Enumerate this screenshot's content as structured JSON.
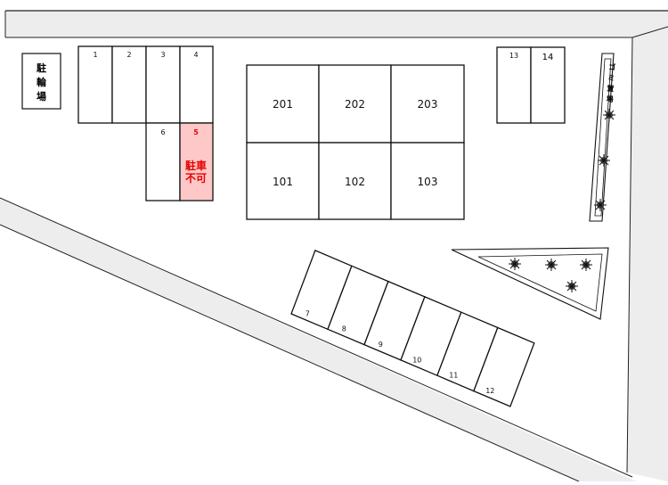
{
  "map": {
    "bicycle_parking": {
      "lines": [
        "駐",
        "輪",
        "場"
      ]
    },
    "garbage_area": {
      "lines": [
        "ゴ",
        "ミ",
        "置",
        "場"
      ]
    },
    "top_row_slots": [
      {
        "number": "1",
        "available": true
      },
      {
        "number": "2",
        "available": true
      },
      {
        "number": "3",
        "available": true
      },
      {
        "number": "4",
        "available": true
      }
    ],
    "lower_slots": [
      {
        "number": "6",
        "available": true
      },
      {
        "number": "5",
        "available": false,
        "note_lines": [
          "駐車",
          "不可"
        ]
      }
    ],
    "right_slots": [
      {
        "number": "13",
        "available": true
      },
      {
        "number": "14",
        "available": true
      }
    ],
    "angled_slots": [
      "7",
      "8",
      "9",
      "10",
      "11",
      "12"
    ],
    "building": {
      "upper_floor": [
        "201",
        "202",
        "203"
      ],
      "lower_floor": [
        "101",
        "102",
        "103"
      ]
    },
    "colors": {
      "unavailable_fill": "#ffc8c8",
      "unavailable_text": "#e60000",
      "road": "#ededed",
      "lines": "#111111"
    },
    "plant_icon": "shrub-icon"
  }
}
